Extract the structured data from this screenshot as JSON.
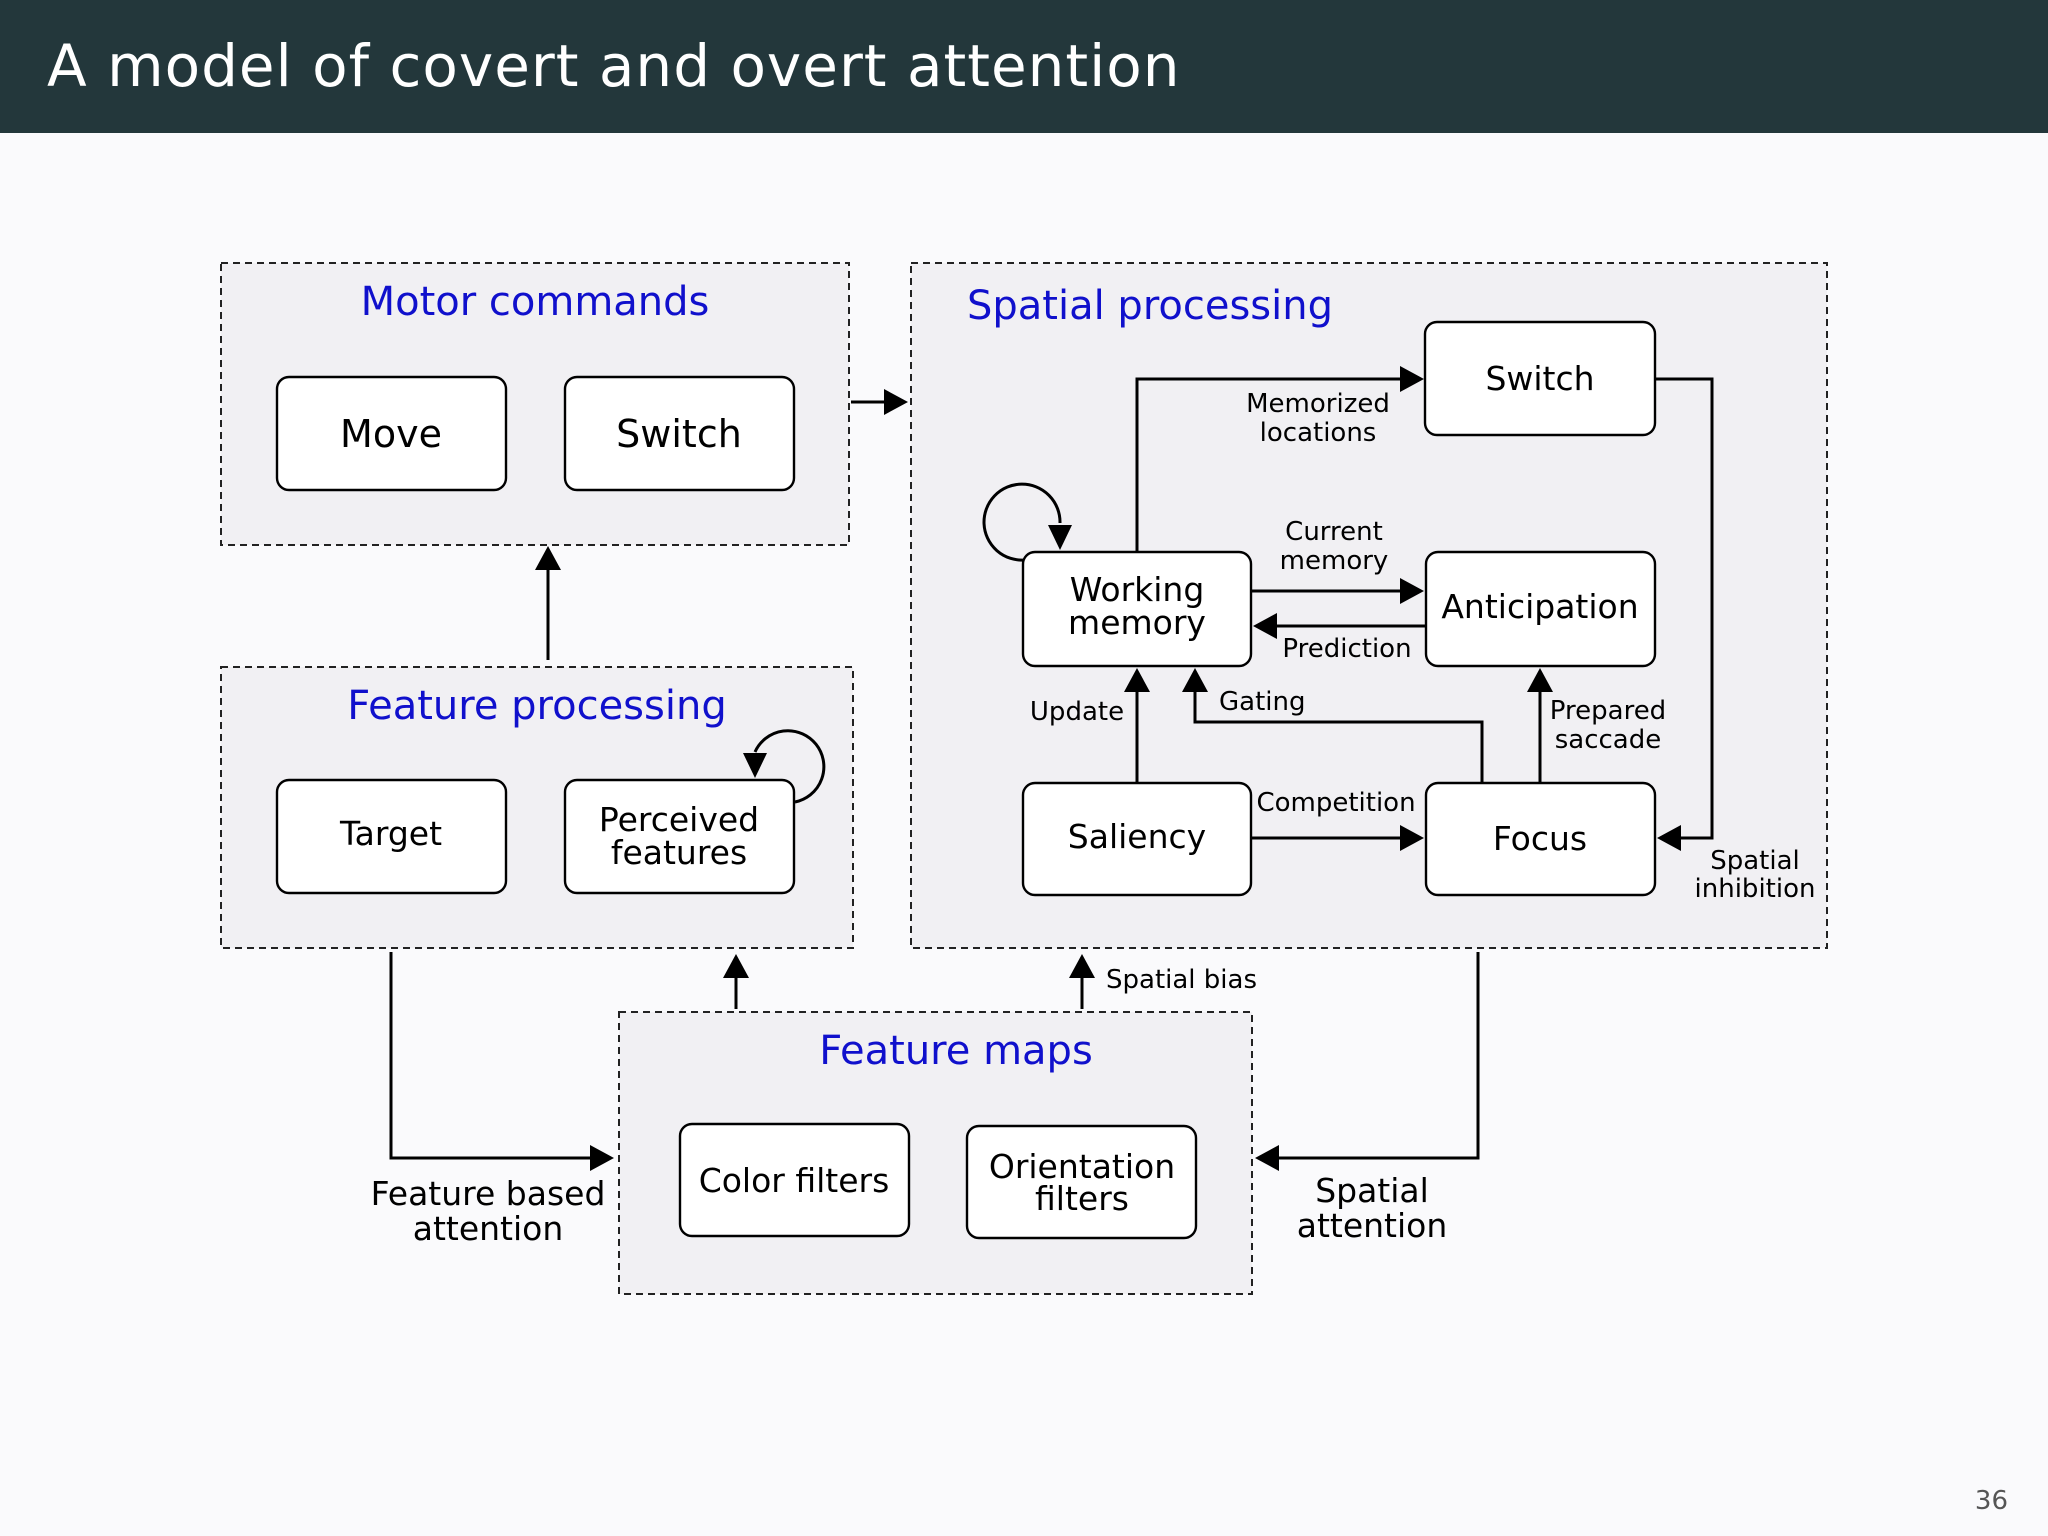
{
  "header": {
    "title": "A model of covert and overt attention"
  },
  "page_number": "36",
  "groups": {
    "motor": {
      "title": "Motor commands",
      "nodes": {
        "move": "Move",
        "switch": "Switch"
      }
    },
    "feature_processing": {
      "title": "Feature processing",
      "nodes": {
        "target": "Target",
        "perceived_1": "Perceived",
        "perceived_2": "features"
      }
    },
    "spatial": {
      "title": "Spatial processing",
      "nodes": {
        "switch": "Switch",
        "wm_1": "Working",
        "wm_2": "memory",
        "anticipation": "Anticipation",
        "saliency": "Saliency",
        "focus": "Focus"
      }
    },
    "feature_maps": {
      "title": "Feature maps",
      "nodes": {
        "color": "Color filters",
        "orient_1": "Orientation",
        "orient_2": "filters"
      }
    }
  },
  "edge_labels": {
    "memorized_1": "Memorized",
    "memorized_2": "locations",
    "current_1": "Current",
    "current_2": "memory",
    "prediction": "Prediction",
    "update": "Update",
    "gating": "Gating",
    "prepared_1": "Prepared",
    "prepared_2": "saccade",
    "competition": "Competition",
    "inhibition_1": "Spatial",
    "inhibition_2": "inhibition",
    "spatial_bias": "Spatial bias",
    "feature_att_1": "Feature based",
    "feature_att_2": "attention",
    "spatial_att_1": "Spatial",
    "spatial_att_2": "attention"
  }
}
